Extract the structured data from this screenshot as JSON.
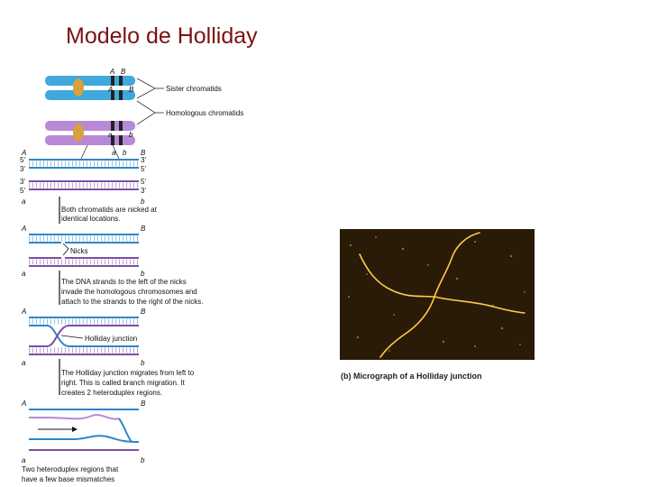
{
  "title": "Modelo de Holliday",
  "chromosomes": {
    "labels": {
      "A_top": "A",
      "B_top": "B",
      "A": "A",
      "B": "B",
      "a": "a",
      "b": "b",
      "a2": "a",
      "b2": "b"
    },
    "sister": "Sister chromatids",
    "homologous": "Homologous chromatids"
  },
  "dna": {
    "ends_left": [
      "5'",
      "3'",
      "3'",
      "5'"
    ],
    "ends_right": [
      "3'",
      "5'",
      "5'",
      "3'"
    ],
    "A": "A",
    "B": "B",
    "a": "a",
    "b": "b"
  },
  "steps": {
    "nicked_line1": "Both chromatids are nicked at",
    "nicked_line2": "identical locations.",
    "nicks": "Nicks",
    "invade_line1": "The DNA strands to the left of the nicks",
    "invade_line2": "invade the homologous chromosomes and",
    "invade_line3": "attach to the strands to the right of the nicks.",
    "holliday": "Holliday junction",
    "migrate_line1": "The Holliday junction migrates from left to",
    "migrate_line2": "right. This is called branch migration. It",
    "migrate_line3": "creates 2 heteroduplex regions.",
    "final_line1": "Two heteroduplex regions that",
    "final_line2": "have a few base mismatches"
  },
  "micrograph_caption": "(b) Micrograph of a Holliday junction",
  "colors": {
    "title": "#7a1212",
    "blue": "#2f86c7",
    "purple": "#7d4ea3",
    "chromo_blue": "#3fa9dd",
    "chromo_purple": "#b889d6",
    "centromere": "#d8a13a",
    "micro_bg": "#2a1a08",
    "micro_strand": "#ffcc44"
  }
}
